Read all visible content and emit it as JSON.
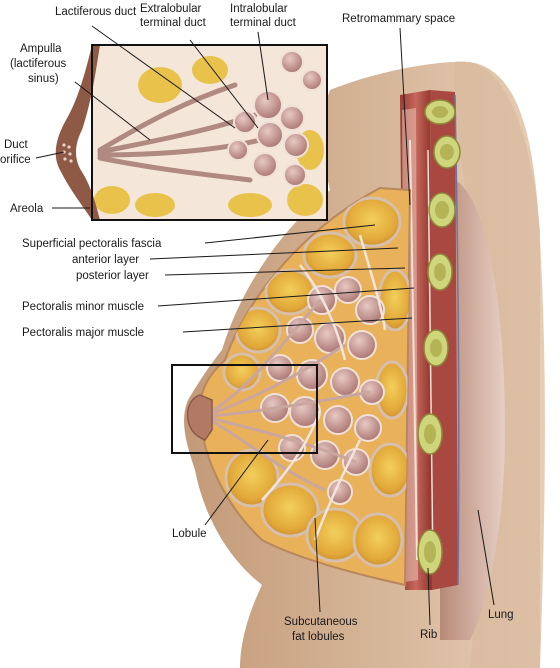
{
  "labels": {
    "lactiferous_duct": "Lactiferous duct",
    "extralobular_terminal_duct_1": "Extralobular",
    "extralobular_terminal_duct_2": "terminal duct",
    "intralobular_terminal_duct_1": "Intralobular",
    "intralobular_terminal_duct_2": "terminal duct",
    "retromammary_space": "Retromammary space",
    "ampulla_1": "Ampulla",
    "ampulla_2": "(lactiferous",
    "ampulla_3": "sinus)",
    "duct_orifice_1": "Duct",
    "duct_orifice_2": "orifice",
    "areola": "Areola",
    "superficial_pectoralis_fascia": "Superficial pectoralis fascia",
    "anterior_layer": "anterior layer",
    "posterior_layer": "posterior layer",
    "pectoralis_minor_muscle": "Pectoralis minor muscle",
    "pectoralis_major_muscle": "Pectoralis major muscle",
    "lobule": "Lobule",
    "subcutaneous_fat_lobules_1": "Subcutaneous",
    "subcutaneous_fat_lobules_2": "fat lobules",
    "rib": "Rib",
    "lung": "Lung"
  }
}
